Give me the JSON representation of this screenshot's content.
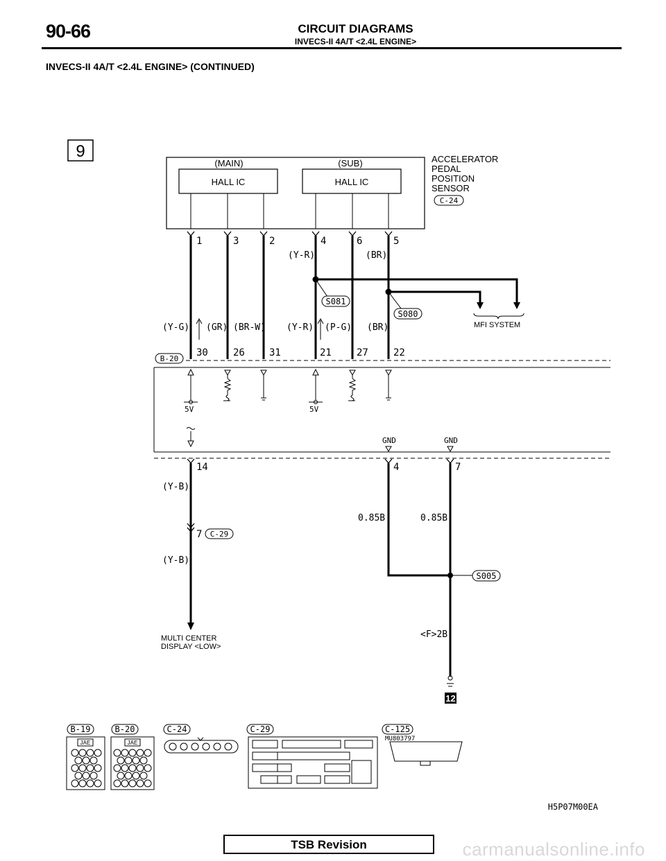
{
  "header": {
    "page_number": "90-66",
    "title": "CIRCUIT DIAGRAMS",
    "subtitle": "INVECS-II 4A/T <2.4L ENGINE>"
  },
  "section_title": "INVECS-II 4A/T <2.4L ENGINE> (CONTINUED)",
  "diagram": {
    "section_no": "9",
    "continues_to": "12",
    "sensor": {
      "main_label": "(MAIN)",
      "sub_label": "(SUB)",
      "main_ic": "HALL IC",
      "sub_ic": "HALL IC",
      "name_lines": [
        "ACCELERATOR",
        "PEDAL",
        "POSITION",
        "SENSOR"
      ],
      "connector": "C-24",
      "pins": [
        "1",
        "3",
        "2",
        "4",
        "6",
        "5"
      ]
    },
    "upper_wire_colors": [
      "(Y-R)",
      "(BR)"
    ],
    "splice_s081": "S081",
    "splice_s080": "S080",
    "mfi_system": "MFI SYSTEM",
    "mid_wire_colors": [
      "(Y-G)",
      "(GR)",
      "(BR-W)",
      "(Y-R)",
      "(P-G)",
      "(BR)"
    ],
    "ecu_connector": "B-20",
    "ecu_pins_top": [
      "30",
      "26",
      "31",
      "21",
      "27",
      "22"
    ],
    "supply_5v": [
      "5V",
      "5V"
    ],
    "gnd_labels": [
      "GND",
      "GND"
    ],
    "ecu_pins_bottom": [
      "14",
      "4",
      "7"
    ],
    "lower_wire_color_1": "(Y-B)",
    "junction_pin": "7",
    "junction_connector": "C-29",
    "lower_wire_color_2": "(Y-B)",
    "wire_size_1": "0.85B",
    "wire_size_2": "0.85B",
    "splice_s005": "S005",
    "display_lines": [
      "MULTI CENTER",
      "DISPLAY <LOW>"
    ],
    "ground_point": "<F>2B",
    "figure_code": "H5P07M00EA"
  },
  "connectors": {
    "labels": [
      "B-19",
      "B-20",
      "C-24",
      "C-29",
      "C-125"
    ],
    "jae": "JAE",
    "jae2": "JAE",
    "part_no": "MU803797"
  },
  "footer": {
    "tsb": "TSB Revision",
    "watermark": "carmanualsonline.info"
  }
}
